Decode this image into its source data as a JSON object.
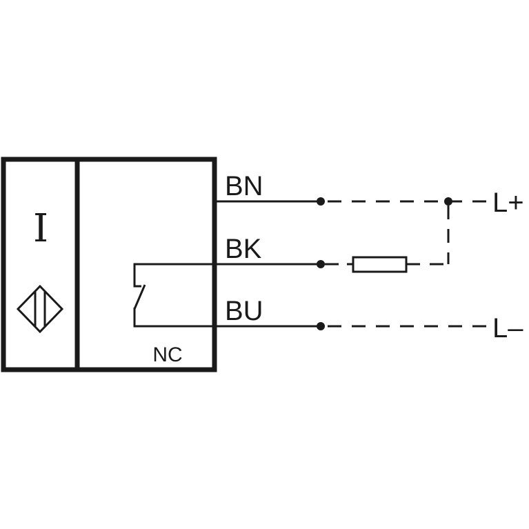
{
  "sensor": {
    "type_symbol": "I",
    "output_type": "NC"
  },
  "wires": {
    "brown": "BN",
    "black": "BK",
    "blue": "BU"
  },
  "supply": {
    "positive": "L+",
    "negative": "L–"
  },
  "colors": {
    "line": "#1a1a1a",
    "background": "#ffffff"
  }
}
